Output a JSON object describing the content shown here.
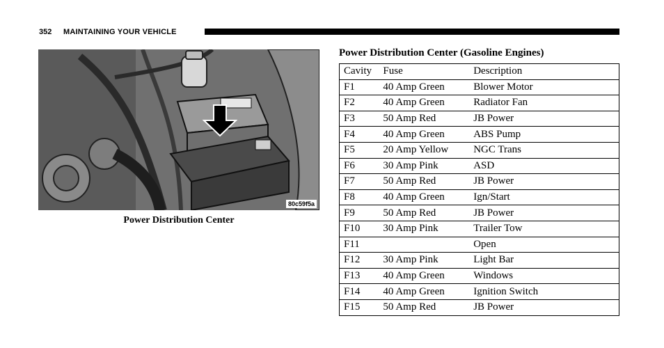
{
  "header": {
    "page_number": "352",
    "section_title": "MAINTAINING YOUR VEHICLE"
  },
  "figure": {
    "id_label": "80c59f5a",
    "caption": "Power Distribution Center"
  },
  "table": {
    "title": "Power Distribution Center (Gasoline Engines)",
    "columns": [
      "Cavity",
      "Fuse",
      "Description"
    ],
    "rows": [
      [
        "F1",
        "40 Amp Green",
        "Blower Motor"
      ],
      [
        "F2",
        "40 Amp Green",
        "Radiator Fan"
      ],
      [
        "F3",
        "50 Amp Red",
        "JB Power"
      ],
      [
        "F4",
        "40 Amp Green",
        "ABS Pump"
      ],
      [
        "F5",
        "20 Amp Yellow",
        "NGC Trans"
      ],
      [
        "F6",
        "30 Amp Pink",
        "ASD"
      ],
      [
        "F7",
        "50 Amp Red",
        "JB Power"
      ],
      [
        "F8",
        "40 Amp Green",
        "Ign/Start"
      ],
      [
        "F9",
        "50 Amp Red",
        "JB Power"
      ],
      [
        "F10",
        "30 Amp Pink",
        "Trailer Tow"
      ],
      [
        "F11",
        "",
        "Open"
      ],
      [
        "F12",
        "30 Amp Pink",
        "Light Bar"
      ],
      [
        "F13",
        "40 Amp Green",
        "Windows"
      ],
      [
        "F14",
        "40 Amp Green",
        "Ignition Switch"
      ],
      [
        "F15",
        "50 Amp Red",
        "JB Power"
      ]
    ]
  }
}
